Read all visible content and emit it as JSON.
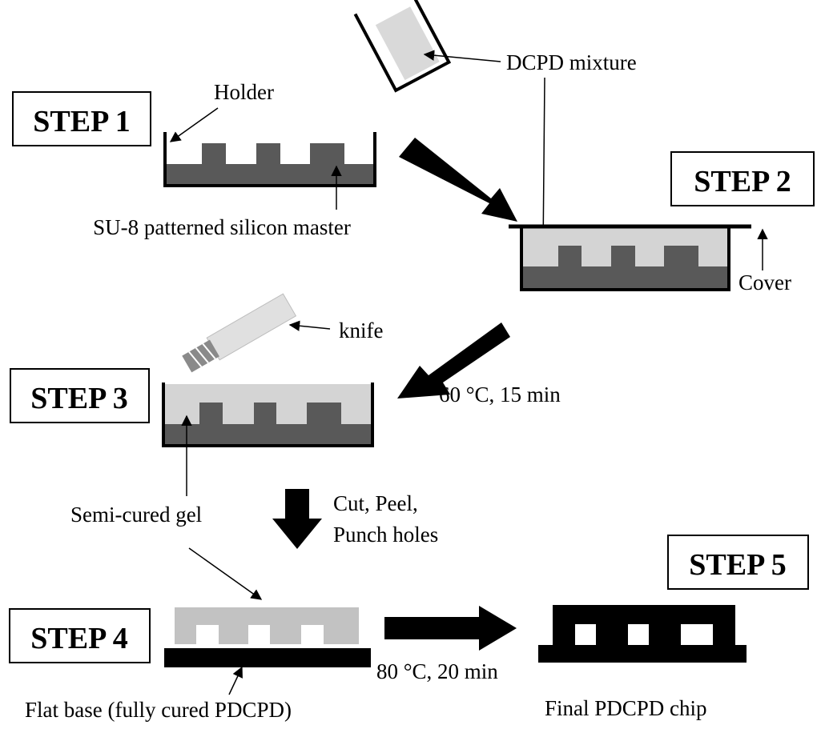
{
  "steps": {
    "step1": "STEP 1",
    "step2": "STEP 2",
    "step3": "STEP 3",
    "step4": "STEP 4",
    "step5": "STEP 5"
  },
  "labels": {
    "holder": "Holder",
    "master": "SU-8 patterned silicon master",
    "dcpd": "DCPD mixture",
    "cover": "Cover",
    "knife": "knife",
    "cure1": "60 °C, 15 min",
    "semi_cured": "Semi-cured gel",
    "cut_line1": "Cut, Peel,",
    "cut_line2": "Punch holes",
    "flat_base": "Flat base (fully cured PDCPD)",
    "cure2": "80 °C, 20 min",
    "final_chip": "Final PDCPD chip"
  },
  "colors": {
    "master": "#595959",
    "gel": "#d4d4d4",
    "peeled_gel": "#c2c2c2",
    "knife_body": "#e0e0e0",
    "knife_blade": "#8a8a8a",
    "ink": "#000000"
  }
}
